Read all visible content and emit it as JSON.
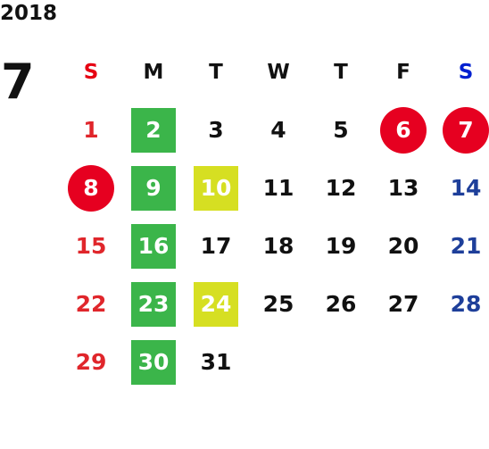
{
  "year": "2018",
  "month": "7",
  "colors": {
    "sunday_header": "#e60012",
    "saturday_header": "#0020d0",
    "sunday_day": "#e0262b",
    "saturday_day": "#1e3f9a",
    "highlight_green": "#3bb54a",
    "highlight_yellow": "#d6df22",
    "highlight_red": "#e60020"
  },
  "weekdays": [
    "S",
    "M",
    "T",
    "W",
    "T",
    "F",
    "S"
  ],
  "weeks": [
    [
      {
        "day": "1",
        "mark": ""
      },
      {
        "day": "2",
        "mark": "green"
      },
      {
        "day": "3",
        "mark": ""
      },
      {
        "day": "4",
        "mark": ""
      },
      {
        "day": "5",
        "mark": ""
      },
      {
        "day": "6",
        "mark": "red-circle"
      },
      {
        "day": "7",
        "mark": "red-circle"
      }
    ],
    [
      {
        "day": "8",
        "mark": "red-circle"
      },
      {
        "day": "9",
        "mark": "green"
      },
      {
        "day": "10",
        "mark": "yellow"
      },
      {
        "day": "11",
        "mark": ""
      },
      {
        "day": "12",
        "mark": ""
      },
      {
        "day": "13",
        "mark": ""
      },
      {
        "day": "14",
        "mark": ""
      }
    ],
    [
      {
        "day": "15",
        "mark": ""
      },
      {
        "day": "16",
        "mark": "green"
      },
      {
        "day": "17",
        "mark": ""
      },
      {
        "day": "18",
        "mark": ""
      },
      {
        "day": "19",
        "mark": ""
      },
      {
        "day": "20",
        "mark": ""
      },
      {
        "day": "21",
        "mark": ""
      }
    ],
    [
      {
        "day": "22",
        "mark": ""
      },
      {
        "day": "23",
        "mark": "green"
      },
      {
        "day": "24",
        "mark": "yellow"
      },
      {
        "day": "25",
        "mark": ""
      },
      {
        "day": "26",
        "mark": ""
      },
      {
        "day": "27",
        "mark": ""
      },
      {
        "day": "28",
        "mark": ""
      }
    ],
    [
      {
        "day": "29",
        "mark": ""
      },
      {
        "day": "30",
        "mark": "green"
      },
      {
        "day": "31",
        "mark": ""
      },
      {
        "day": "",
        "mark": ""
      },
      {
        "day": "",
        "mark": ""
      },
      {
        "day": "",
        "mark": ""
      },
      {
        "day": "",
        "mark": ""
      }
    ]
  ]
}
